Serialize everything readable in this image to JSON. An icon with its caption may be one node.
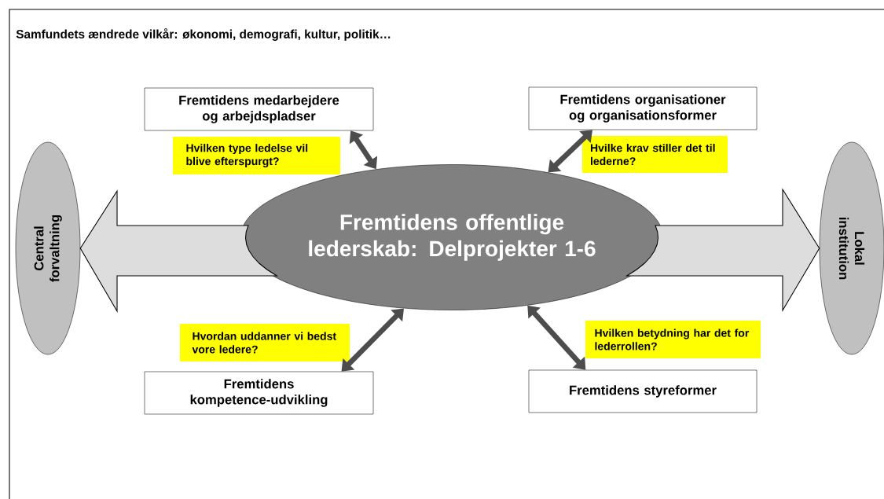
{
  "diagram": {
    "title": "Samfundets ændrede vilkår: økonomi, demografi, kultur, politik…",
    "nodes": [
      {
        "text": [
          "Fremtidens offentlige lederskab: Delprojekter 1-6"
        ]
      },
      {
        "text": [
          "Central forvaltning"
        ]
      },
      {
        "text": [
          "Lokal institution"
        ]
      },
      {
        "text": [
          "Fremtidens medarbejdere og arbejdspladser"
        ]
      },
      {
        "text": [
          "Fremtidens organisationer og organisationsformer"
        ]
      },
      {
        "text": [
          "Fremtidens kompetence-udvikling"
        ]
      },
      {
        "text": [
          "Fremtidens styreformer"
        ]
      },
      {
        "text": [
          "Hvilken type ledelse vil blive efterspurgt?"
        ]
      },
      {
        "text": [
          "Hvilke krav stiller det til lederne?"
        ]
      },
      {
        "text": [
          "Hvordan uddanner vi bedst vore ledere?"
        ]
      },
      {
        "text": [
          "Hvilken betydning har det for lederrollen?"
        ]
      }
    ],
    "edges": [
      {
        "from": 3,
        "to": 0,
        "arrow": "both"
      },
      {
        "from": 4,
        "to": 0,
        "arrow": "both"
      },
      {
        "from": 5,
        "to": 0,
        "arrow": "both"
      },
      {
        "from": 6,
        "to": 0,
        "arrow": "both"
      },
      {
        "from": 0,
        "to": 1,
        "arrow": "to",
        "style": "thick",
        "color": "#dddddd"
      },
      {
        "from": 0,
        "to": 2,
        "arrow": "to",
        "style": "thick",
        "color": "#dddddd"
      }
    ]
  }
}
